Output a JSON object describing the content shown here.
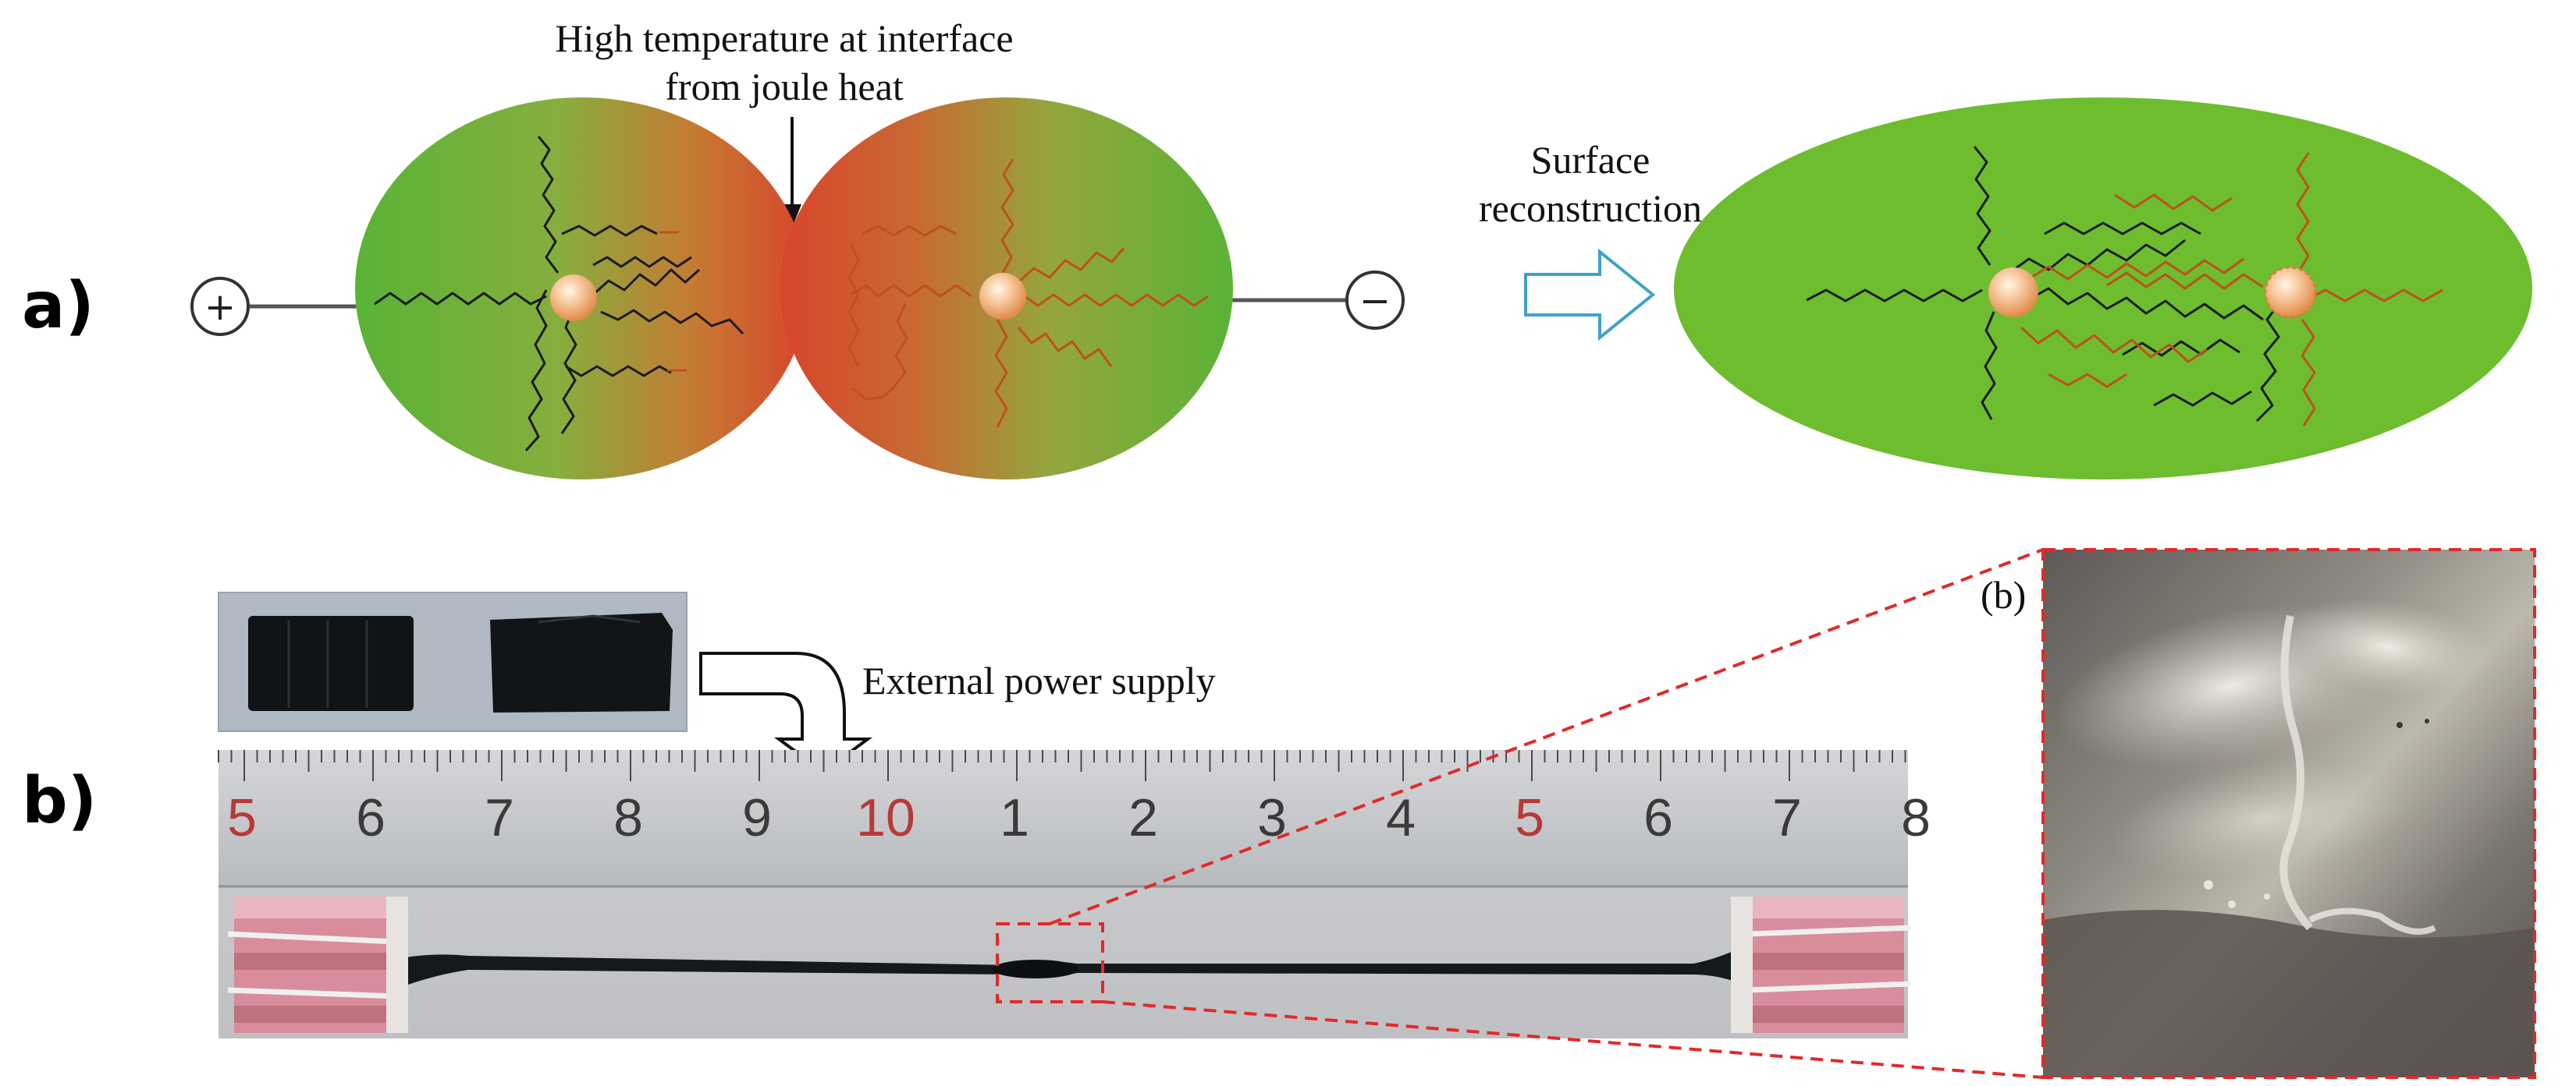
{
  "panel_a": {
    "label": "a)",
    "annotation_line1": "High temperature at interface",
    "annotation_line2": "from joule heat",
    "process_line1": "Surface",
    "process_line2": "reconstruction",
    "terminal_positive": "+",
    "terminal_negative": "−"
  },
  "panel_b": {
    "label": "b)",
    "power_caption": "External power supply",
    "inset_label": "(b)",
    "ruler_numbers": [
      "5",
      "6",
      "7",
      "8",
      "9",
      "10",
      "1",
      "2",
      "3",
      "4",
      "5",
      "6",
      "7",
      "8"
    ],
    "ruler_red_numbers": [
      "5",
      "10",
      "5"
    ]
  },
  "colors": {
    "cool_green": "#5ab336",
    "hot_red": "#d6452b",
    "oval_green": "#6dbd2f",
    "chain_black": "#1a1a1a",
    "chain_orange": "#c0501c",
    "arrow_blue": "#3ea2c8",
    "zoom_red": "#e02a2a"
  }
}
